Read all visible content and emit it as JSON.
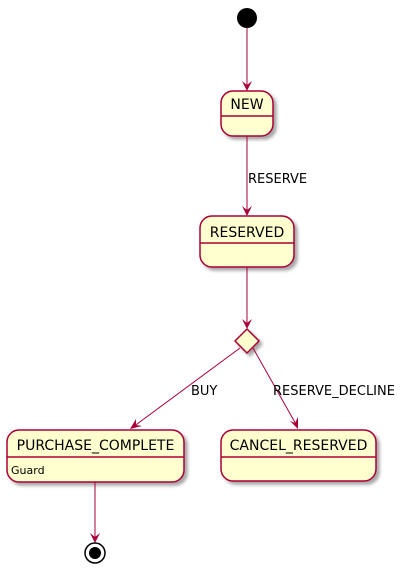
{
  "colors": {
    "state_fill": "#FEFECE",
    "state_border": "#A80036",
    "edge": "#A80036",
    "initial": "#000000",
    "shadow": "#C8C8C8"
  },
  "states": {
    "new": {
      "label": "NEW"
    },
    "reserved": {
      "label": "RESERVED"
    },
    "purchase_complete": {
      "label": "PURCHASE_COMPLETE",
      "description": "Guard"
    },
    "cancel_reserved": {
      "label": "CANCEL_RESERVED"
    }
  },
  "transitions": {
    "reserve": "RESERVE",
    "buy": "BUY",
    "reserve_decline": "RESERVE_DECLINE"
  }
}
